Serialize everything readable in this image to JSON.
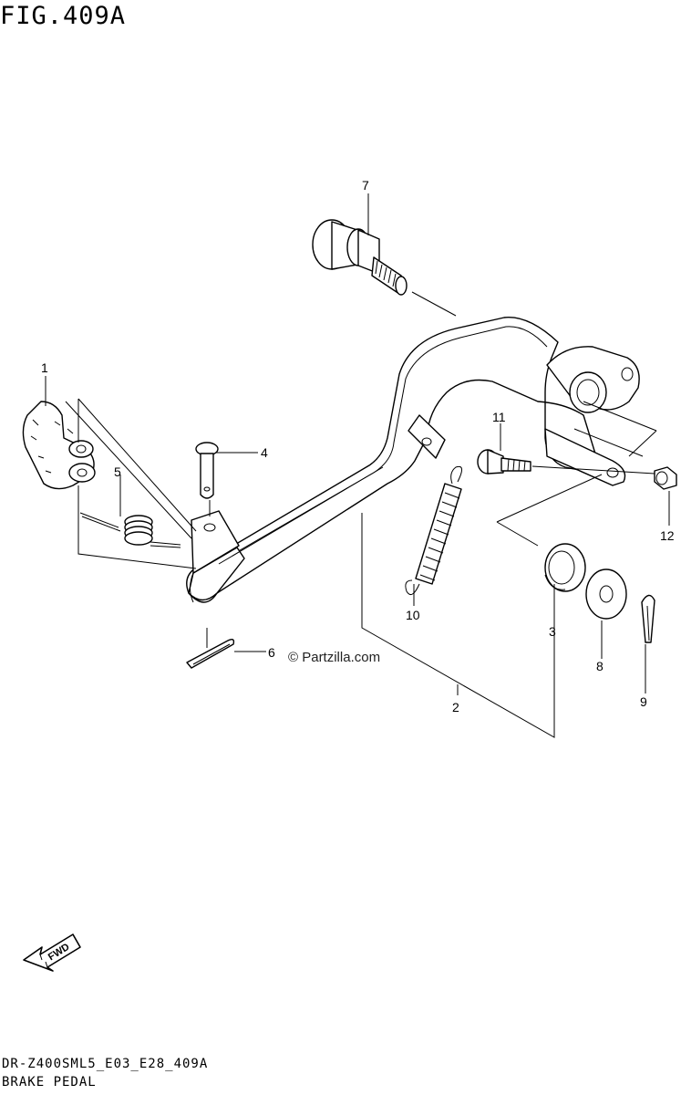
{
  "figure": {
    "title": "FIG.409A",
    "model_code": "DR-Z400SML5_E03_E28_409A",
    "name": "BRAKE PEDAL"
  },
  "watermark": "© Partzilla.com",
  "fwd_label": "FWD",
  "callouts": {
    "c1": "1",
    "c2": "2",
    "c3": "3",
    "c4": "4",
    "c5": "5",
    "c6": "6",
    "c7": "7",
    "c8": "8",
    "c9": "9",
    "c10": "10",
    "c11": "11",
    "c12": "12"
  }
}
